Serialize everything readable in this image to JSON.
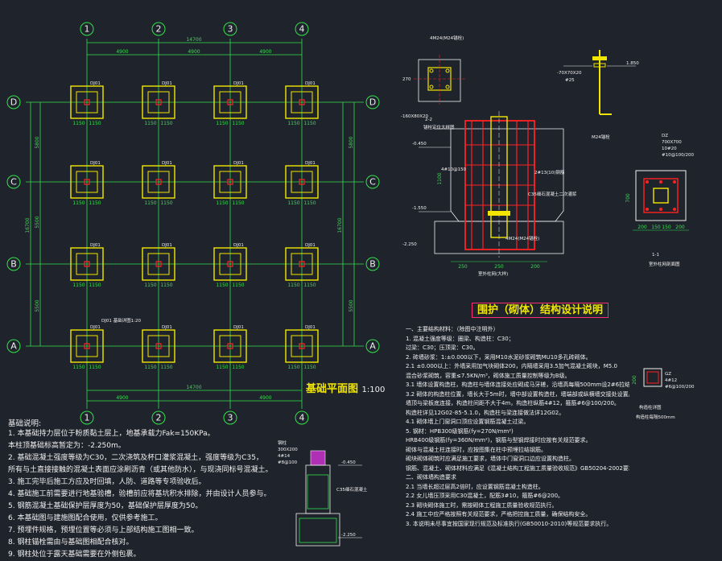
{
  "plan": {
    "columns": [
      "1",
      "2",
      "3",
      "4"
    ],
    "rows": [
      "D",
      "C",
      "B",
      "A"
    ],
    "total_width": "14700",
    "spans_x": [
      "4900",
      "4900",
      "4900"
    ],
    "total_height": "16700",
    "spans_y": [
      "5800",
      "5500",
      "5500"
    ],
    "footing_label": "DJ01",
    "footing_dims": [
      "1150",
      "1150"
    ],
    "bottom_total": "14700",
    "bottom_span": "4900",
    "note_tag": "DJ01 基础详图1:20",
    "title": "基础平面图",
    "scale": "1:100"
  },
  "notes": {
    "heading": "基础说明:",
    "lines": [
      "1. 本基础持力层位于粉质黏土层上，地基承载力Fak=150KPa。",
      "   本柱顶基础标高暂定为：-2.250m。",
      "2. 基础混凝土强度等级为C30，二次浇筑及杯口灌浆混凝土，强度等级为C35，",
      "   所有与土直接接触的混凝土表面应涂刷沥青（或其他防水），与现浇同标号混凝土。",
      "3. 施工完毕后施工方应及时回填，人防、道路等专项验收后。",
      "4. 基础施工前需要进行地基验槽，验槽前应将基坑积水排除，并由设计人员参与。",
      "5. 钢筋混凝土基础保护层厚度为50，基础保护层厚度为50。",
      "6. 本基础图与建施图配合使用，仅供参考施工。",
      "7. 预埋件规格，预埋位置等必须与上部结构施工图相一致。",
      "8. 钢柱锚栓需由与基础图相配合核对。",
      "9. 钢柱处位于露天基础需要在外侧包裹。"
    ]
  },
  "detail_22": {
    "label": "2-2",
    "caption": "锚栓定位大样图",
    "anchor": "4M24(M24锚栓)",
    "dim_a": "270",
    "dim_b": "-160X80X20"
  },
  "detail_pk": {
    "label": "-70X70X20",
    "rod": "#25",
    "elev": "1.850",
    "caption": "M24锚栓"
  },
  "detail_section": {
    "elev_top": "-0.450",
    "elev_mid": "-1.550",
    "elev_bot": "-2.250",
    "caption": "室外柱网(大样)",
    "dims": [
      "250",
      "250",
      "200"
    ],
    "note_a": "2#13(10)钢筋",
    "note_b": "C35细石混凝土二次灌浆",
    "note_c": "4M24(M24锚栓)",
    "note_d": "4#10@150",
    "dim_v": "1100"
  },
  "detail_11": {
    "label": "1-1",
    "caption": "室外柱网剖面图",
    "dims": [
      "200",
      "150",
      "150",
      "200"
    ],
    "dim_v": "700",
    "text_a": "DZ",
    "text_b": "700X700",
    "text_c": "10#20",
    "text_d": "#10@100/200"
  },
  "design": {
    "title": "围护（砌体）结构设计说明",
    "lines": [
      "一、主要结构材料：（除图中注明外）",
      "1. 混凝土强度等级：圈梁、构造柱：C30；",
      "   过梁：C30；压顶梁：C30。",
      "2. 砖墙砂浆：1:±0.000以下，采用M10水泥砂浆砌筑MU10多孔砖砌体。",
      "2.1 ±0.000以上：外墙采用加气块砌体200，内隔墙采用3.5加气混凝土砌块，M5.0",
      "    混合砂浆砌筑，容重≤7.5KN/m³，砌体施工质量控制等级为B级。",
      "3.1 墙体设置构造柱，构造柱与墙体连接处应砌成马牙槎，沿墙高每隔500mm设2#6拉结筋。",
      "3.2 砌体的构造柱位置，墙长大于5m时，墙中部设置构造柱，墙端部或纵横墙交接处设置。",
      "    墙顶与梁板底连接，构造柱间距不大于4m，构造柱纵筋4#12，箍筋#6@100/200。",
      "    构造柱详见12G02-85-5.1.0，构造柱与梁连接做法详12G02。",
      "4.1 砌体墙上门窗洞口顶应设置钢筋混凝土过梁。",
      "5. 钢材：HPB300级钢筋(fy=270N/mm²)",
      "   HRB400级钢筋(fy=360N/mm²)，钢筋与型钢焊接时应按有关规范要求。",
      "   砌体与混凝土柱连接时，应按图集在柱中预埋拉结钢筋。",
      "   砌块砌体砌筑时应满足施工要求，墙体中门窗洞口边应设置构造柱。",
      "   钢筋、混凝土、砌体材料应满足《混凝土结构工程施工质量验收规范》GB50204-2002要求。",
      "二、砌体墙构造要求",
      "2.1 当墙长超过层高2倍时，应设置钢筋混凝土构造柱。",
      "2.2 女儿墙压顶采用C30混凝土，配筋3#10，箍筋#6@200。",
      "2.3 砌块砌体施工时，需按砌体工程施工质量验收规范执行。",
      "2.4 施工中应严格按照有关规范要求，严格把控施工质量，确保结构安全。",
      "3. 本说明未尽事宜按国家现行规范及标准执行(GB50010-2010)等规范要求执行。"
    ]
  },
  "col_detail": {
    "caption": "构造柱详图",
    "dim": "200",
    "text_a": "4#12",
    "text_b": "#6@100/200",
    "text_c": "构造柱每隔500mm",
    "text_d": "GZ"
  },
  "footing_section": {
    "text_a": "钢柱",
    "text_b": "300X200",
    "text_c": "4#14",
    "text_d": "#8@100",
    "elev_a": "-0.450",
    "elev_b": "-2.250",
    "note": "C35细石混凝土"
  },
  "colors": {
    "background": "#1f232c",
    "grid_line": "#33e24a",
    "footing": "#f2e600",
    "rebar": "#ff2222",
    "text": "#f0f0f0",
    "accent": "#ff2d6f"
  }
}
